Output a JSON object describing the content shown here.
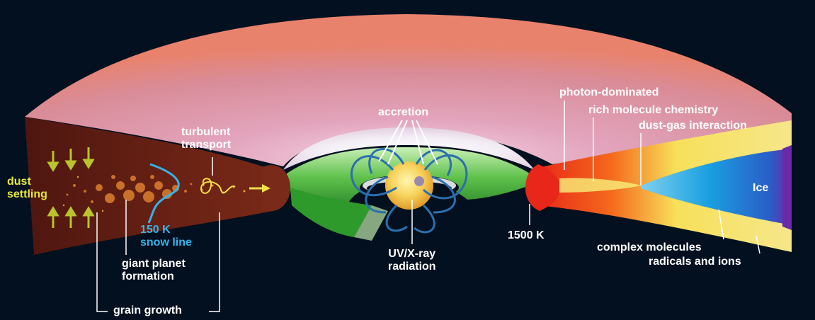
{
  "labels": {
    "dust_settling": [
      "dust",
      "settling"
    ],
    "turbulent_transport": [
      "turbulent",
      "transport"
    ],
    "snow_line": [
      "150 K",
      "snow line"
    ],
    "giant_planet": [
      "giant planet",
      "formation"
    ],
    "grain_growth": "grain growth",
    "accretion": "accretion",
    "uv_xray": [
      "UV/X-ray",
      "radiation"
    ],
    "temp_1500": "1500 K",
    "photon": "photon-dominated",
    "rich_molecule": "rich molecule chemistry",
    "dust_gas": "dust-gas interaction",
    "ice": "Ice",
    "complex_molecules": "complex molecules",
    "radicals_ions": "radicals and ions"
  },
  "colors": {
    "background": "#02101f",
    "disk_pink": "#e89aa8",
    "disk_salmon": "#e9826d",
    "inner_dark_red": "#5a1a14",
    "inner_brown": "#7a2a18",
    "green_gap": "#2f9a2c",
    "star_yellow": "#f7d25a",
    "field_line_blue": "#2b6fae",
    "label_yellow": "#e6e63c",
    "snow_line_blue": "#35b4ea",
    "hot_red": "#e8261a",
    "ice_blue": "#1aa0e0",
    "violet": "#6a2aa8",
    "label_white": "#ffffff"
  }
}
